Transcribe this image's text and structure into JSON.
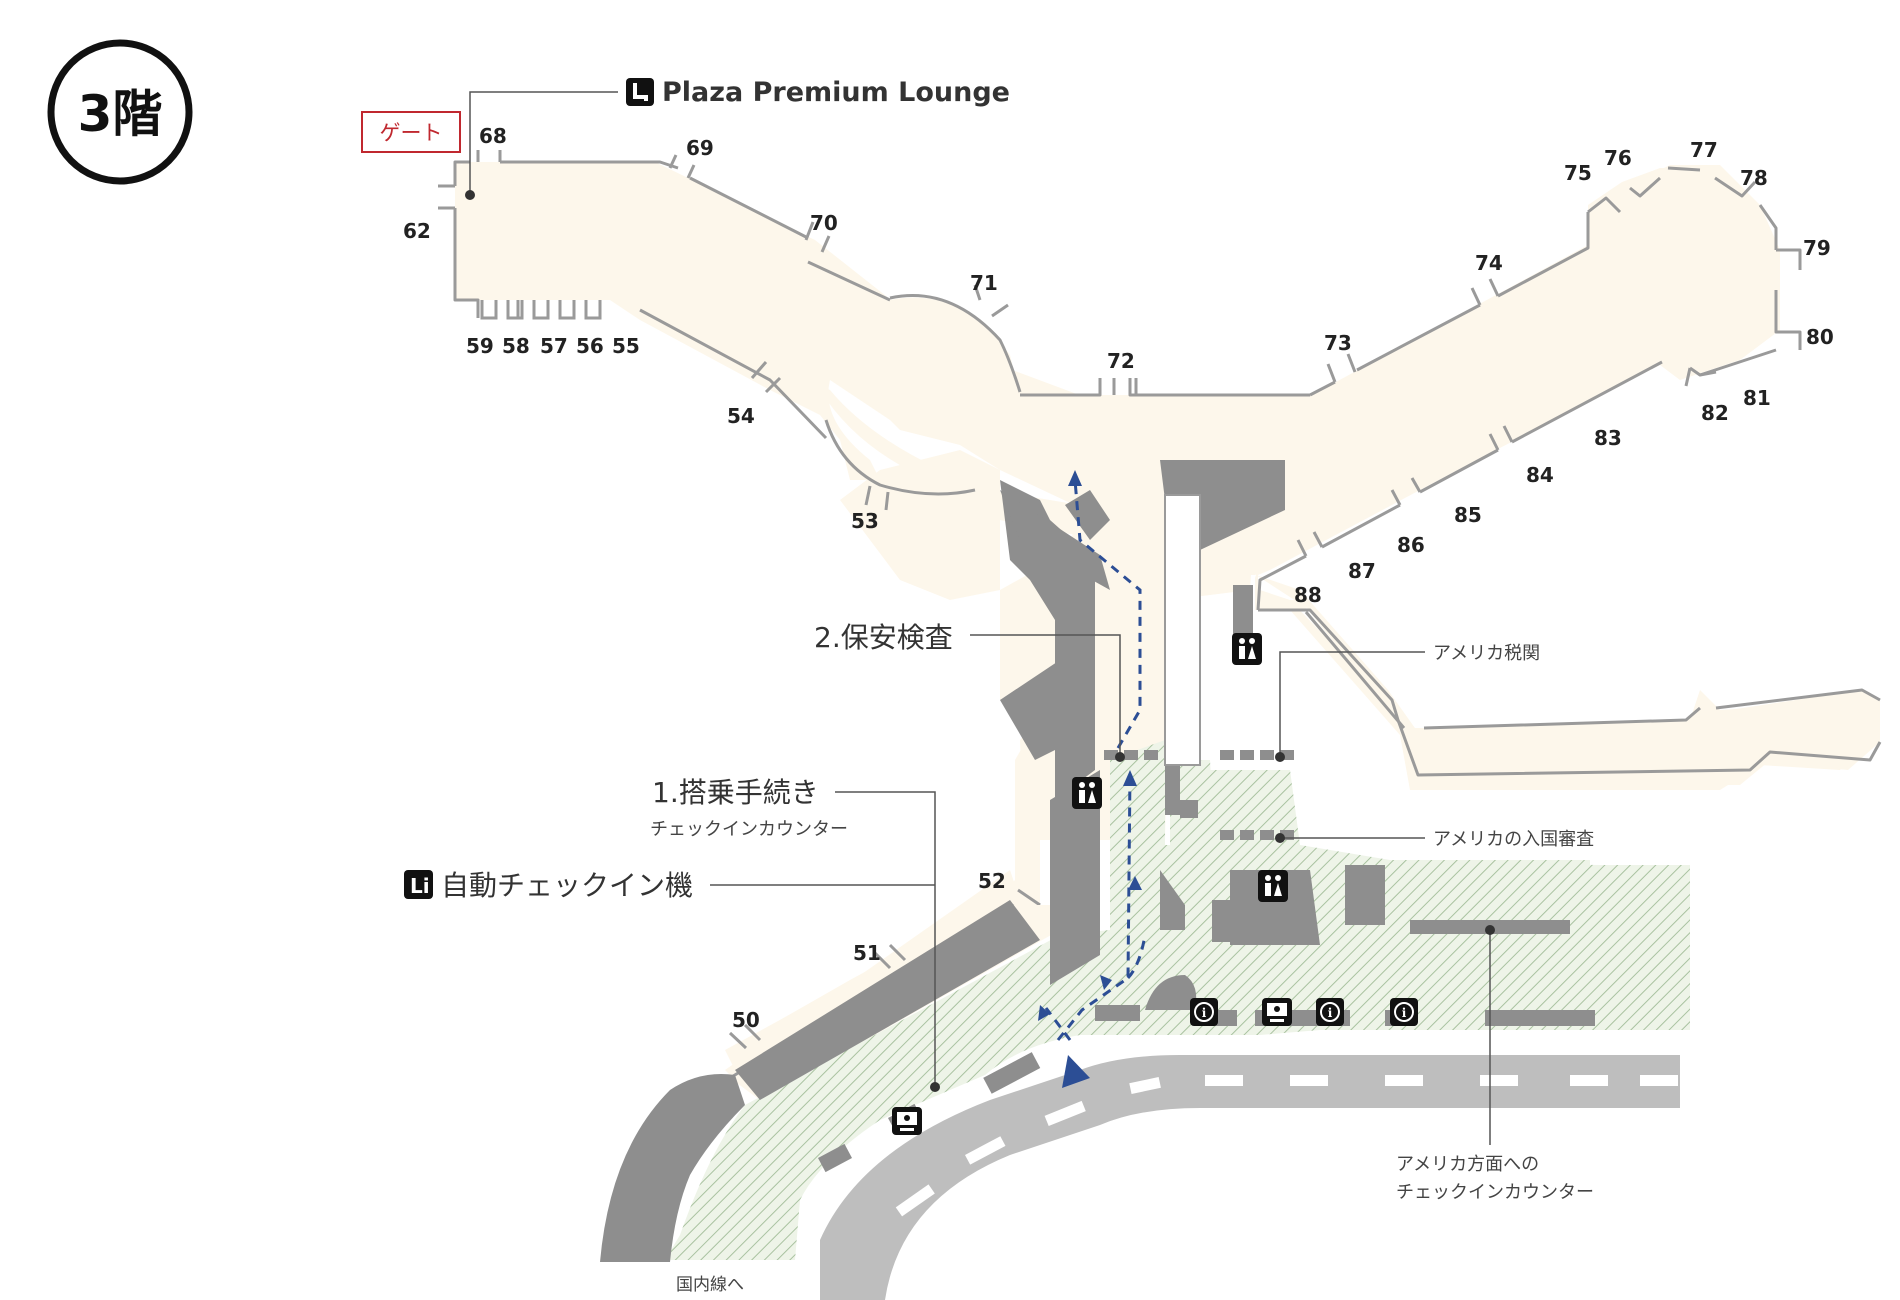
{
  "floor": {
    "label": "3階"
  },
  "gate_tag": {
    "label": "ゲート"
  },
  "lounge": {
    "label": "Plaza Premium Lounge",
    "icon": "lounge-seat-icon"
  },
  "gates": {
    "g68": "68",
    "g62": "62",
    "g69": "69",
    "g70": "70",
    "g71": "71",
    "g59": "59",
    "g58": "58",
    "g57": "57",
    "g56": "56",
    "g55": "55",
    "g54": "54",
    "g53": "53",
    "g72": "72",
    "g73": "73",
    "g74": "74",
    "g75": "75",
    "g76": "76",
    "g77": "77",
    "g78": "78",
    "g79": "79",
    "g80": "80",
    "g81": "81",
    "g82": "82",
    "g83": "83",
    "g84": "84",
    "g85": "85",
    "g86": "86",
    "g87": "87",
    "g88": "88",
    "g52": "52",
    "g51": "51",
    "g50": "50"
  },
  "steps": {
    "security": "2.保安検査",
    "checkin": "1.搭乗手続き",
    "checkin_sub": "チェックインカウンター",
    "kiosk": "自動チェックイン機"
  },
  "labels": {
    "us_customs": "アメリカ税関",
    "us_immigration": "アメリカの入国審査",
    "us_checkin_line1": "アメリカ方面への",
    "us_checkin_line2": "チェックインカウンター",
    "domestic": "国内線へ"
  },
  "colors": {
    "floor_fill": "#FDF7EB",
    "wall": "#9A9A9A",
    "structure": "#8E8E8E",
    "hatch_bg": "#EEF4E8",
    "hatch_line": "#A9C2A0",
    "road": "#BEBEBE",
    "route": "#2C4E95",
    "gate_tag": "#C0282F"
  },
  "icons": [
    "restroom-icon",
    "info-icon",
    "atm-icon",
    "kiosk-icon",
    "lounge-seat-icon"
  ]
}
